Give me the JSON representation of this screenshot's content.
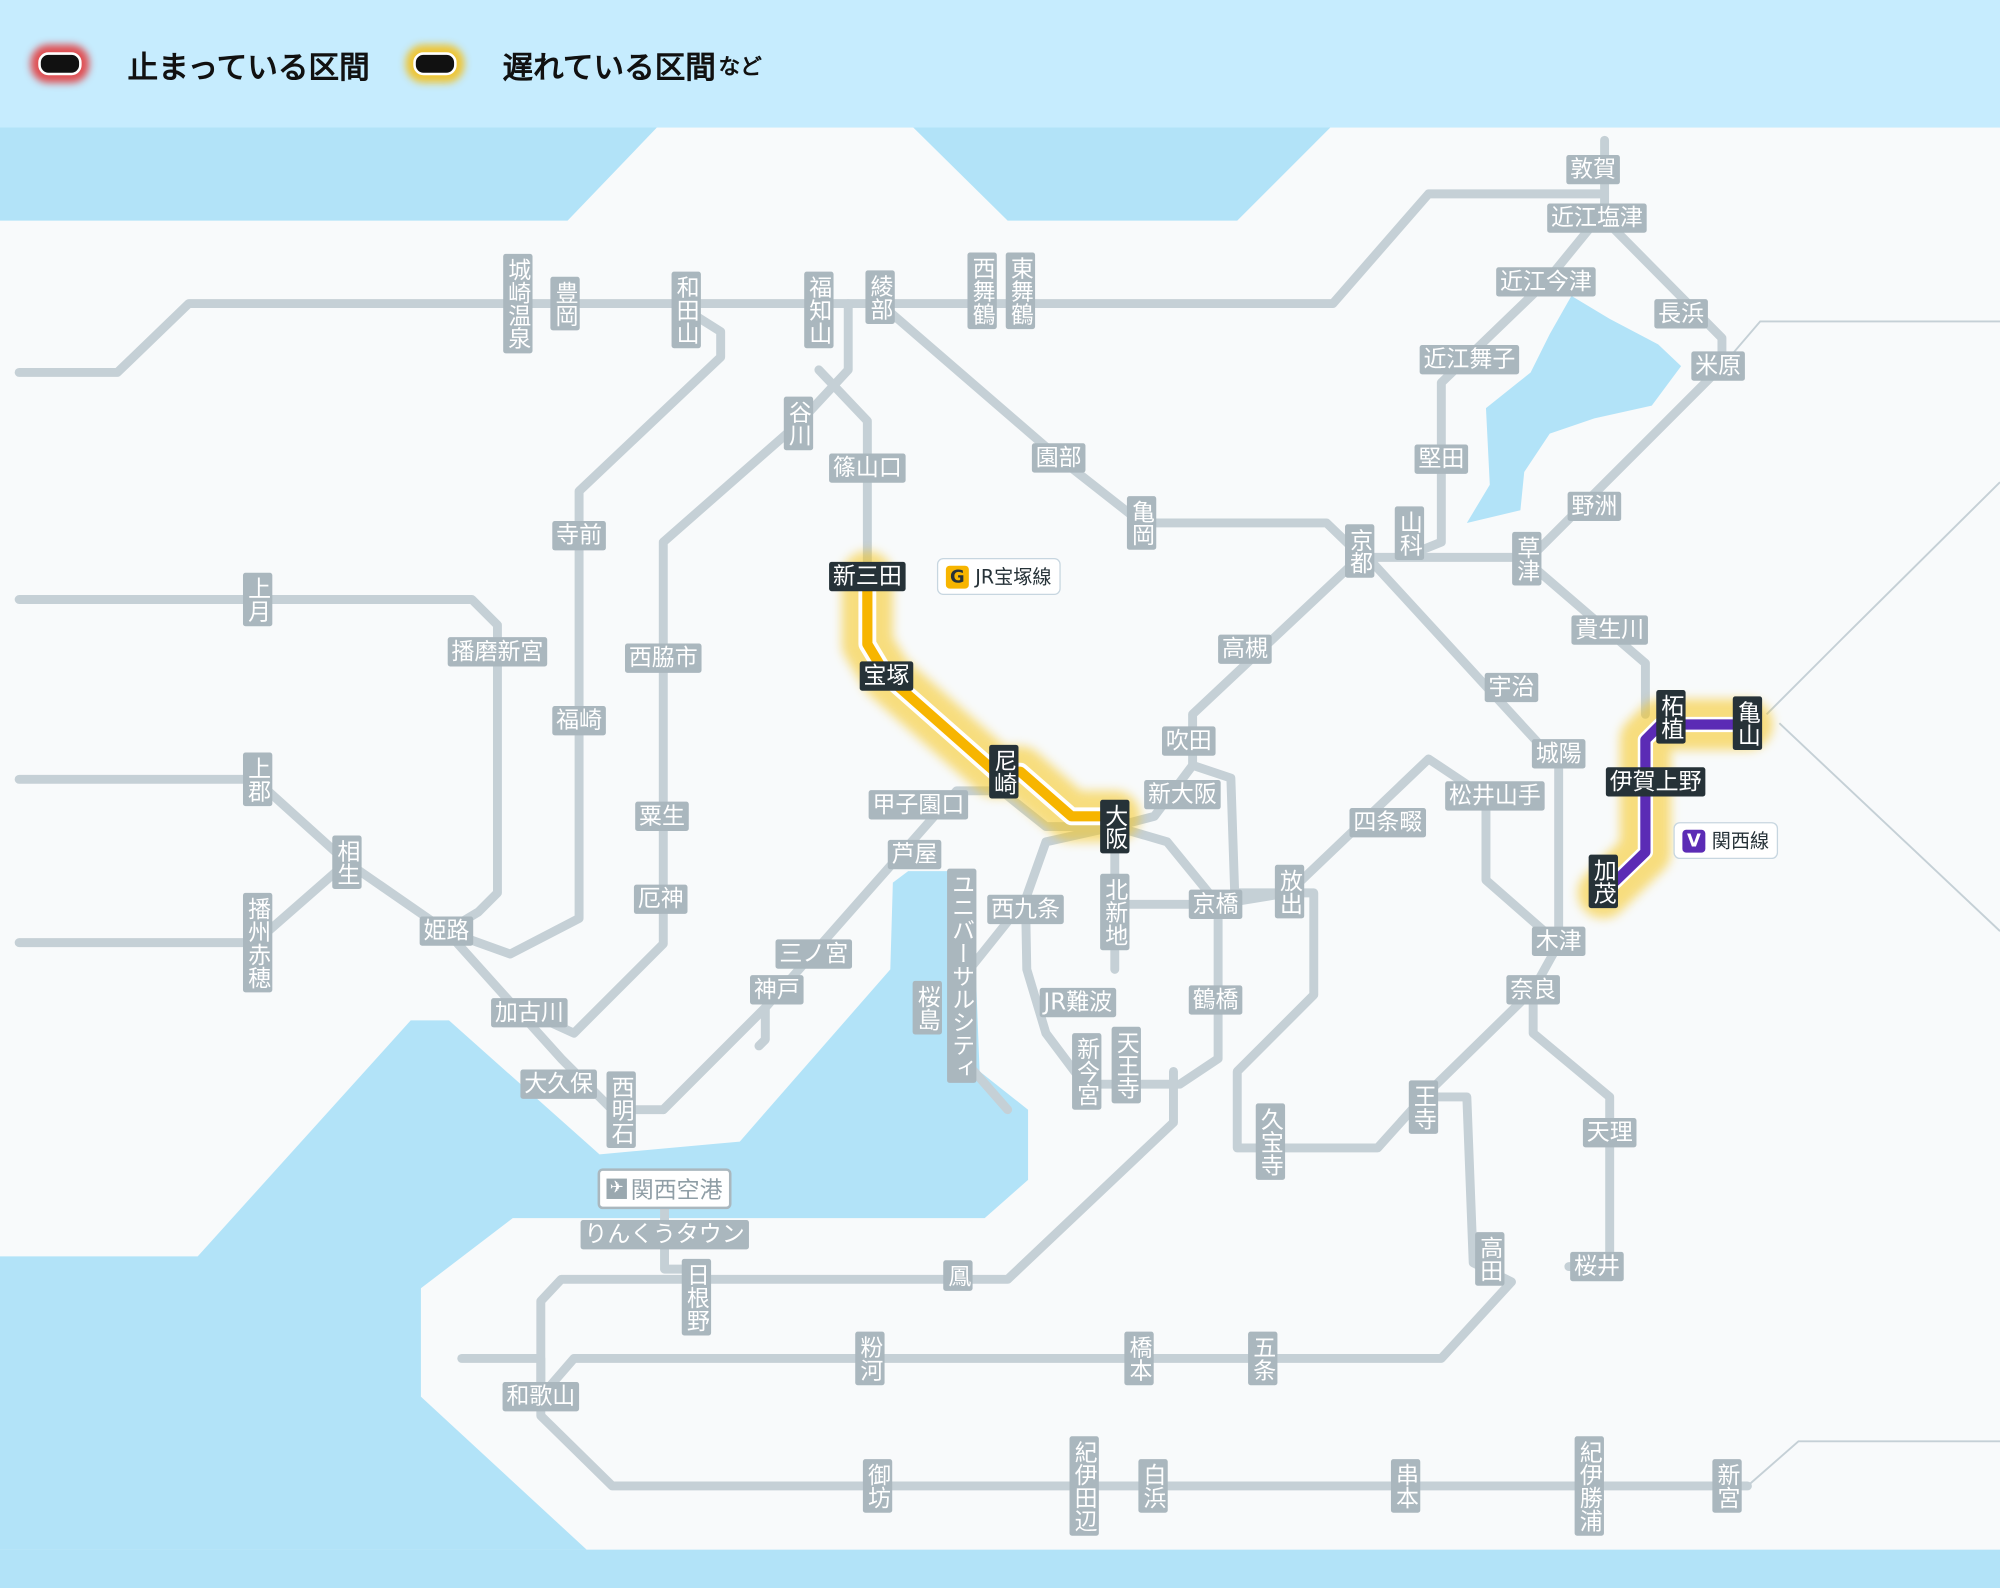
{
  "legend": {
    "stopped_label": "止まっている区間",
    "delayed_label": "遅れている区間",
    "delayed_suffix": "など",
    "stopped_color": "#e62828",
    "delayed_color": "#f5be14"
  },
  "stations": [
    "敦賀",
    "近江塩津",
    "近江今津",
    "長浜",
    "近江舞子",
    "米原",
    "堅田",
    "野洲",
    "山科",
    "京都",
    "草津",
    "貴生川",
    "宇治",
    "城陽",
    "松井山手",
    "四条畷",
    "木津",
    "奈良",
    "天理",
    "桜井",
    "高田",
    "王寺",
    "久宝寺",
    "放出",
    "京橋",
    "鶴橋",
    "天王寺",
    "新今宮",
    "JR難波",
    "西九条",
    "北新地",
    "新大阪",
    "吹田",
    "高槻",
    "亀岡",
    "園部",
    "綾部",
    "西舞鶴",
    "東舞鶴",
    "福知山",
    "谷川",
    "篠山口",
    "和田山",
    "豊岡",
    "城崎温泉",
    "寺前",
    "上月",
    "播磨新宮",
    "西脇市",
    "福崎",
    "粟生",
    "厄神",
    "上郡",
    "相生",
    "播州赤穂",
    "姫路",
    "加古川",
    "大久保",
    "西明石",
    "神戸",
    "三ノ宮",
    "芦屋",
    "甲子園口",
    "桜島",
    "ユニバーサルシティ",
    "りんくうタウン",
    "日根野",
    "鳳",
    "和歌山",
    "粉河",
    "橋本",
    "五条",
    "御坊",
    "紀伊田辺",
    "白浜",
    "串本",
    "紀伊勝浦",
    "新宮"
  ],
  "airport": {
    "icon": "airplane-icon",
    "label": "関西空港"
  },
  "delayed_sections": [
    {
      "badge": "G",
      "line": "JR宝塚線",
      "color": "#f7b500",
      "stations": [
        "新三田",
        "宝塚",
        "尼崎",
        "大阪"
      ]
    },
    {
      "badge": "V",
      "line": "関西線",
      "color": "#5b2bb5",
      "stations": [
        "柘植",
        "亀山",
        "伊賀上野",
        "加茂"
      ]
    }
  ]
}
